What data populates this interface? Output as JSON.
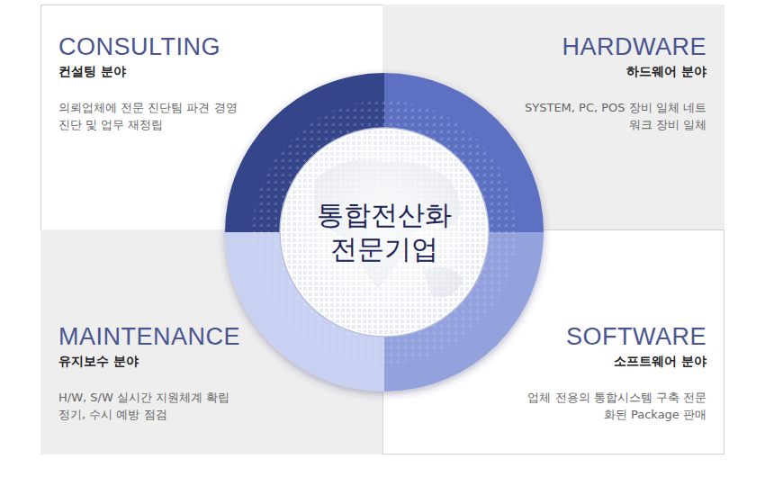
{
  "diagram": {
    "nodes": [
      {
        "text": [
          "CONSULTING",
          "컨설팅 분야",
          "의뢰업체에 전문 진단팀 파견 경영진단 및 업무 재정립"
        ]
      },
      {
        "text": [
          "HARDWARE",
          "하드웨어 분야",
          "SYSTEM, PC, POS 장비 일체 네트워크 장비 일체"
        ]
      },
      {
        "text": [
          "통합전산화 전문기업"
        ]
      },
      {
        "text": [
          "MAINTENANCE",
          "유지보수 분야",
          "H/W, S/W 실시간 지원체계 확립 정기, 수시 예방 점검"
        ]
      },
      {
        "text": [
          "SOFTWARE",
          "소프트웨어 분야",
          "업체 전용의 통합시스템 구축 전문화된 Package 판매"
        ]
      }
    ]
  }
}
